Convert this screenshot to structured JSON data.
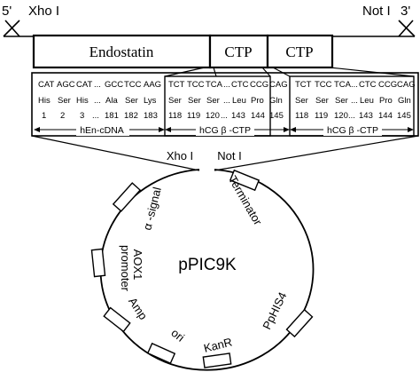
{
  "ends": {
    "left_prime": "5'",
    "left_site": "Xho I",
    "right_site": "Not I",
    "right_prime": "3'"
  },
  "construct": {
    "endostatin": "Endostatin",
    "ctp1": "CTP",
    "ctp2": "CTP"
  },
  "sequence_groups": [
    {
      "codons": [
        "CAT",
        "AGC",
        "CAT",
        "...",
        "GCC",
        "TCC",
        "AAG"
      ],
      "aminos": [
        "His",
        "Ser",
        "His",
        "...",
        "Ala",
        "Ser",
        "Lys"
      ],
      "numbers": [
        "1",
        "2",
        "3",
        "...",
        "181",
        "182",
        "183"
      ],
      "label": "hEn-cDNA"
    },
    {
      "codons": [
        "TCT",
        "TCC",
        "TCA",
        "...",
        "CTC",
        "CCG",
        "CAG"
      ],
      "aminos": [
        "Ser",
        "Ser",
        "Ser",
        "...",
        "Leu",
        "Pro",
        "Gln"
      ],
      "numbers": [
        "118",
        "119",
        "120",
        "...",
        "143",
        "144",
        "145"
      ],
      "label": "hCG β -CTP"
    },
    {
      "codons": [
        "TCT",
        "TCC",
        "TCA",
        "...",
        "CTC",
        "CCG",
        "CAG"
      ],
      "aminos": [
        "Ser",
        "Ser",
        "Ser",
        "...",
        "Leu",
        "Pro",
        "Gln"
      ],
      "numbers": [
        "118",
        "119",
        "120",
        "...",
        "143",
        "144",
        "145"
      ],
      "label": "hCG β -CTP"
    }
  ],
  "plasmid": {
    "name": "pPIC9K",
    "xho_site": "Xho I",
    "not_site": "Not I",
    "features": {
      "signal": "α -signal",
      "aox1_line1": "AOX1",
      "aox1_line2": "promoter",
      "amp": "Amp",
      "ori": "ori",
      "kanr": "KanR",
      "his4": "PpHIS4",
      "terminator": "Terminator"
    }
  },
  "colors": {
    "line": "#000000",
    "background": "#ffffff"
  }
}
